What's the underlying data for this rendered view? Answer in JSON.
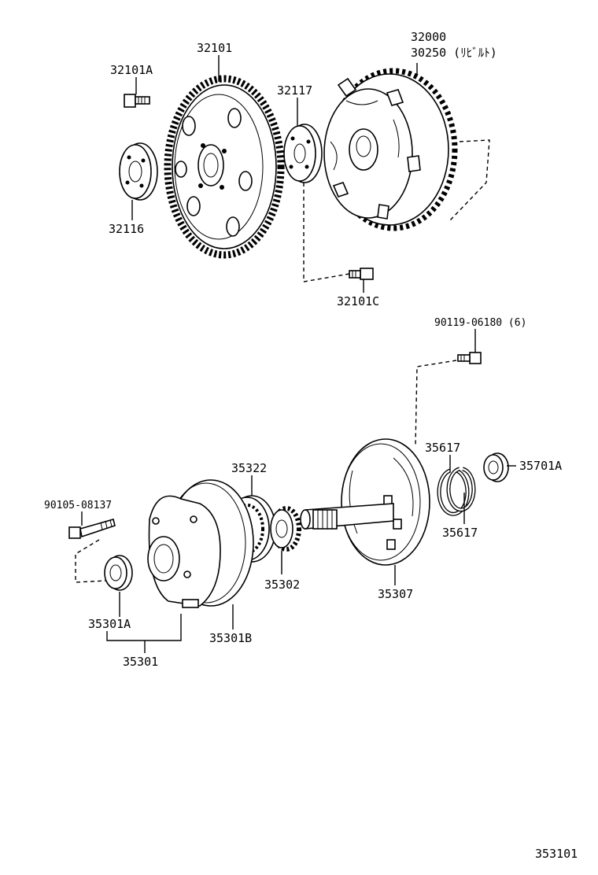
{
  "diagram_id": "353101",
  "labels": {
    "p32000": "32000",
    "p30250": "30250 (ﾘﾋﾞﾙﾄ)",
    "p32101": "32101",
    "p32101A": "32101A",
    "p32117": "32117",
    "p32116": "32116",
    "p32101C": "32101C",
    "p90119": "90119-06180 (6)",
    "p35617a": "35617",
    "p35617b": "35617",
    "p35701A": "35701A",
    "p35322": "35322",
    "p90105": "90105-08137",
    "p35302": "35302",
    "p35307": "35307",
    "p35301A": "35301A",
    "p35301B": "35301B",
    "p35301": "35301"
  }
}
